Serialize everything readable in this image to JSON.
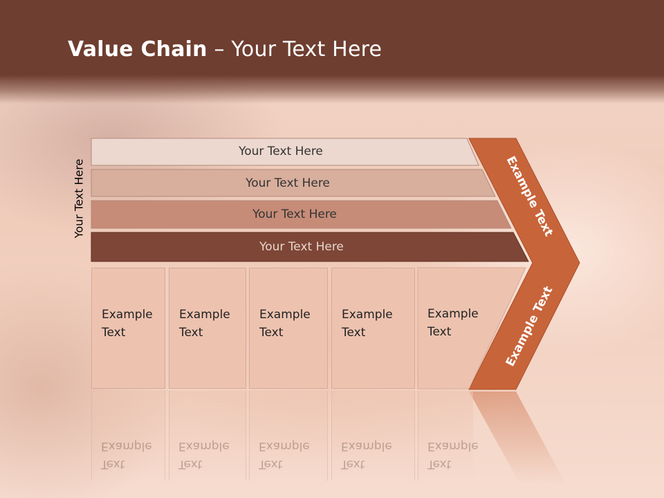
{
  "title": {
    "bold": "Value Chain",
    "rest": " – Your Text Here"
  },
  "side_label": "Your Text Here",
  "bands": [
    {
      "label": "Your Text Here",
      "fill": "#ecd8cf",
      "text_color": "#333333"
    },
    {
      "label": "Your Text Here",
      "fill": "#d8ae9c",
      "text_color": "#333333"
    },
    {
      "label": "Your Text Here",
      "fill": "#c68c78",
      "text_color": "#333333"
    },
    {
      "label": "Your Text Here",
      "fill": "#7e4636",
      "text_color": "#e8d6cf"
    }
  ],
  "boxes": [
    {
      "line1": "Example",
      "line2": "Text"
    },
    {
      "line1": "Example",
      "line2": "Text"
    },
    {
      "line1": "Example",
      "line2": "Text"
    },
    {
      "line1": "Example",
      "line2": "Text"
    },
    {
      "line1": "Example",
      "line2": "Text"
    }
  ],
  "chevron": {
    "upper_text": "Example Text",
    "lower_text": "Example Text",
    "fill": "#c8643a"
  },
  "colors": {
    "header": "#6e3e30",
    "box_fill": "#edc3b0"
  }
}
